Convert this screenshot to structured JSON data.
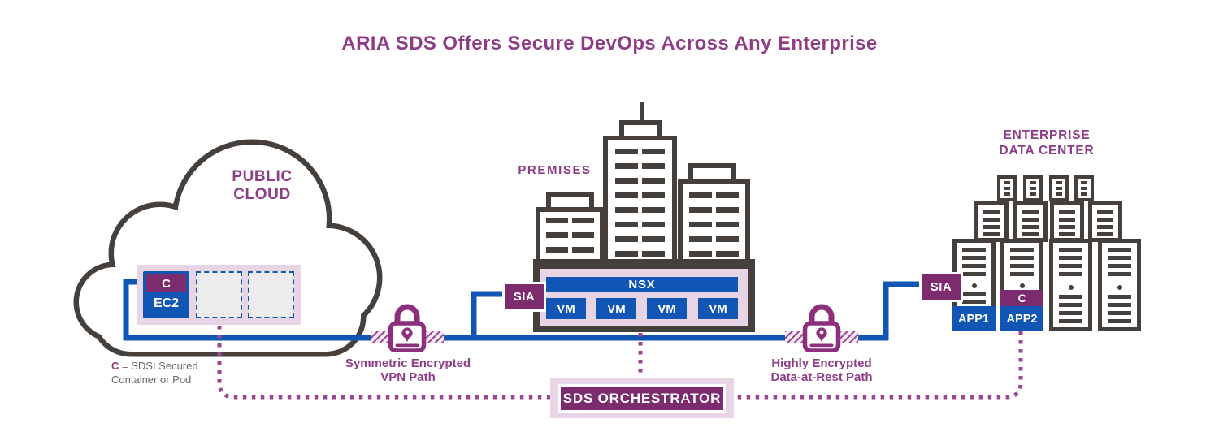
{
  "title": "ARIA SDS Offers Secure DevOps Across Any Enterprise",
  "colors": {
    "brand_purple": "#8d3d86",
    "deep_purple": "#7c2c6e",
    "lock_purple": "#8e2f7e",
    "dotted_purple": "#9c4692",
    "blue": "#1156b4",
    "pink_panel": "#e7d4e5",
    "outline_dark": "#46403d",
    "legend_gray": "#6b6765"
  },
  "public_cloud": {
    "label_line1": "PUBLIC",
    "label_line2": "CLOUD",
    "c_label": "C",
    "ec2_label": "EC2"
  },
  "legend": {
    "c_label": "C",
    "line1_rest": "= SDSI Secured",
    "line2": "Container or Pod"
  },
  "vpn_path": {
    "label_line1": "Symmetric Encrypted",
    "label_line2": "VPN Path"
  },
  "premises": {
    "label": "PREMISES",
    "sia_label": "SIA",
    "nsx_label": "NSX",
    "vm_labels": [
      "VM",
      "VM",
      "VM",
      "VM"
    ]
  },
  "data_at_rest_path": {
    "label_line1": "Highly Encrypted",
    "label_line2": "Data-at-Rest Path"
  },
  "data_center": {
    "label_line1": "ENTERPRISE",
    "label_line2": "DATA CENTER",
    "sia_label": "SIA",
    "app1_label": "APP1",
    "c_label": "C",
    "app2_label": "APP2"
  },
  "orchestrator": {
    "label": "SDS ORCHESTRATOR"
  }
}
